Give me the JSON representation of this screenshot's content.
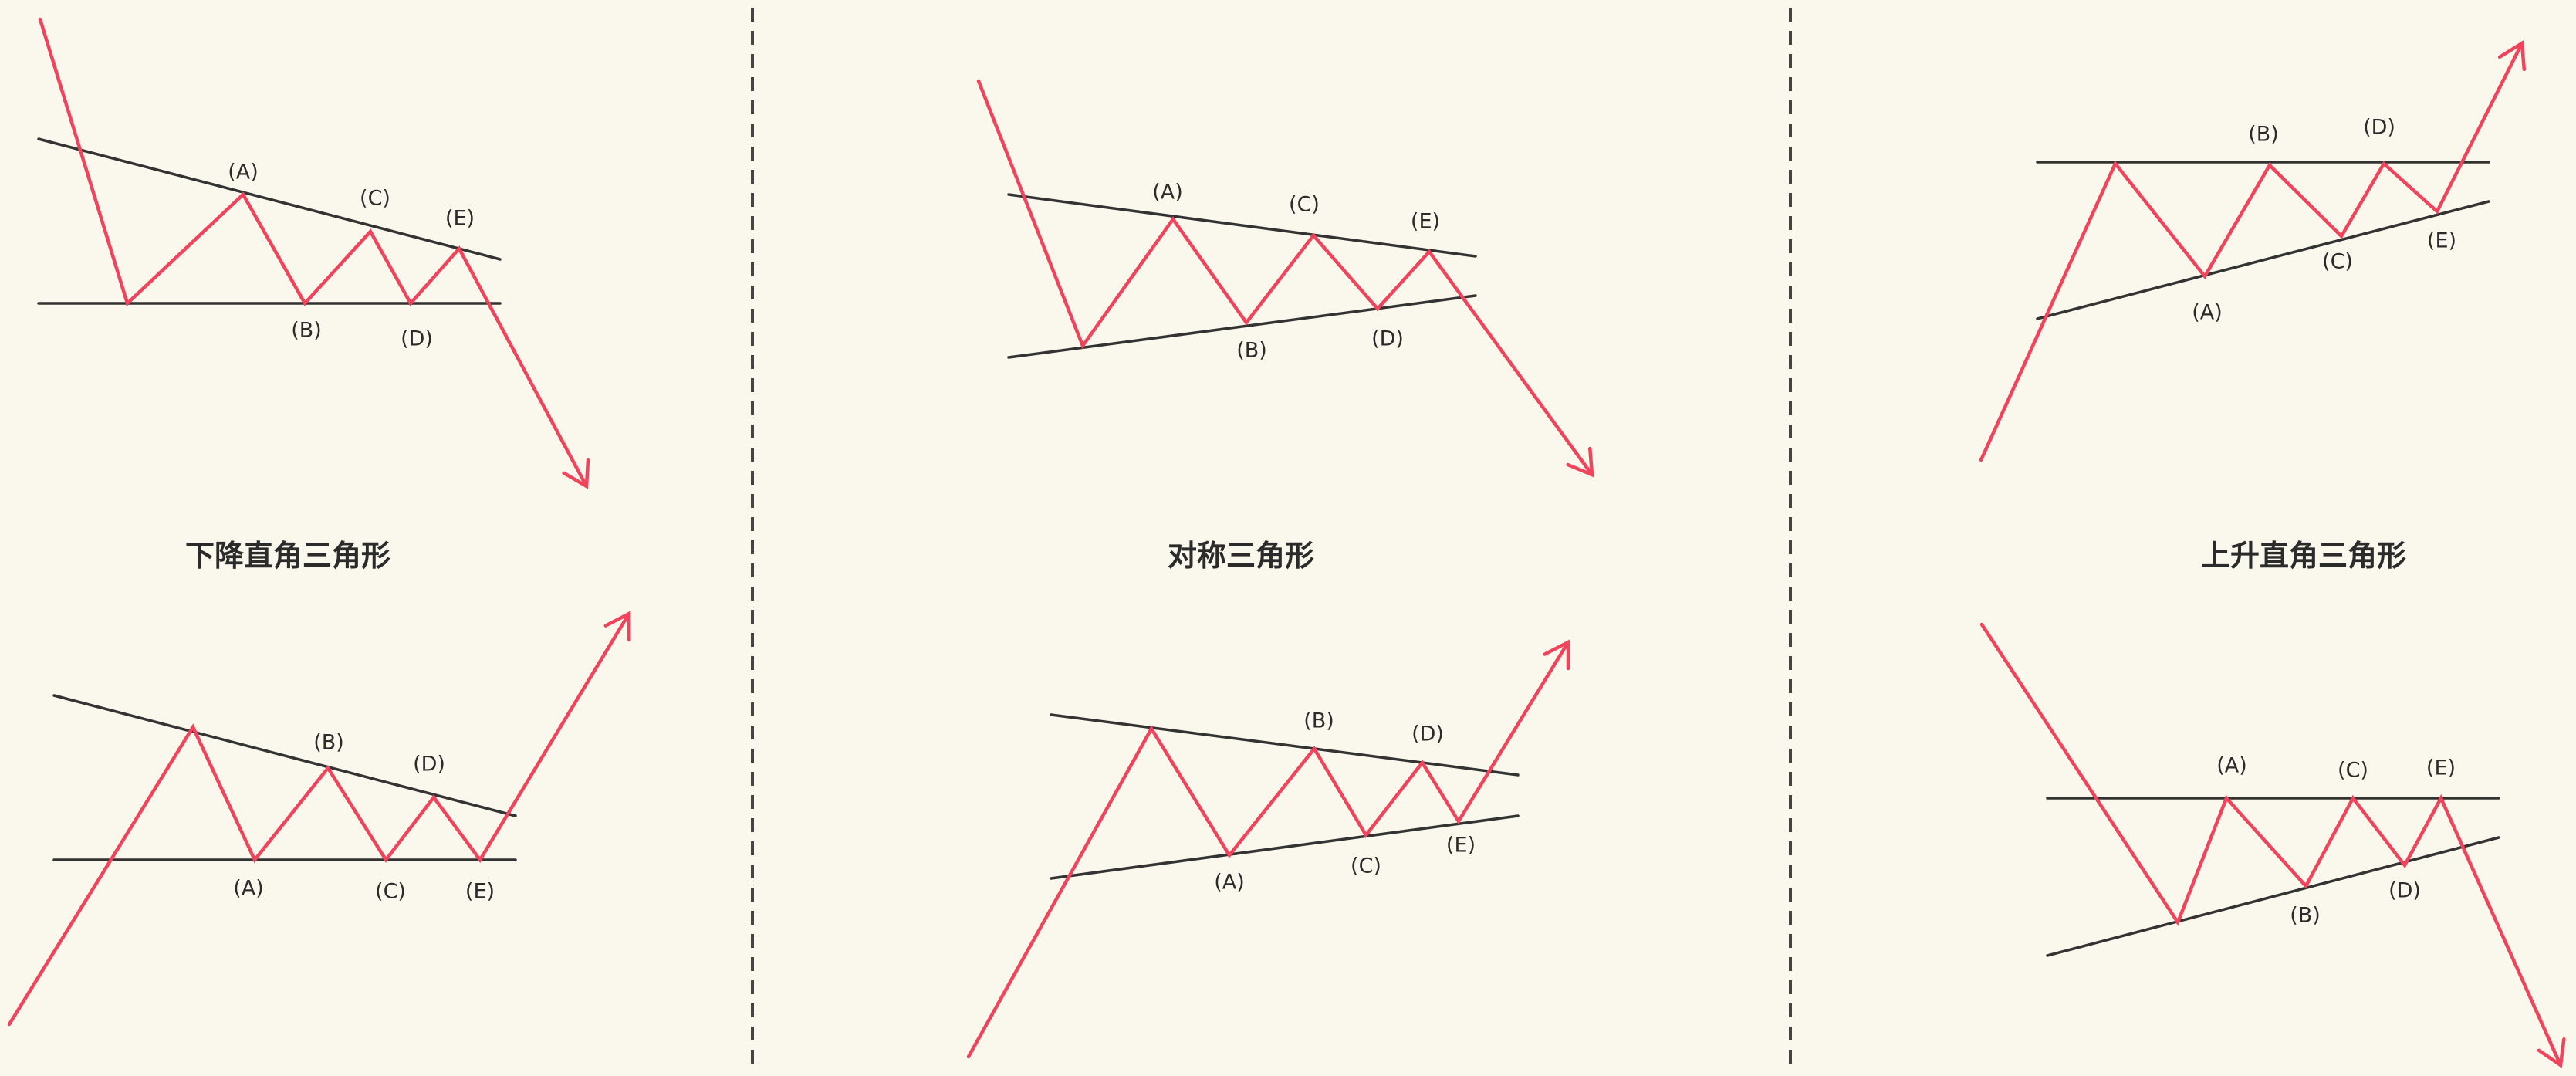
{
  "colors": {
    "background": "#faf8ec",
    "boundary_line": "#333333",
    "price_path": "#f0445c",
    "separator": "#444444",
    "text": "#2b2b2b"
  },
  "captions": {
    "left": "下降直角三角形",
    "center": "对称三角形",
    "right": "上升直角三角形"
  },
  "patterns": [
    {
      "id": "desc-top",
      "column": "left",
      "breakout": "down",
      "labels": [
        "(A)",
        "(B)",
        "(C)",
        "(D)",
        "(E)"
      ]
    },
    {
      "id": "desc-bot",
      "column": "left",
      "breakout": "up",
      "labels": [
        "(A)",
        "(B)",
        "(C)",
        "(D)",
        "(E)"
      ]
    },
    {
      "id": "sym-top",
      "column": "center",
      "breakout": "down",
      "labels": [
        "(A)",
        "(B)",
        "(C)",
        "(D)",
        "(E)"
      ]
    },
    {
      "id": "sym-bot",
      "column": "center",
      "breakout": "up",
      "labels": [
        "(A)",
        "(B)",
        "(C)",
        "(D)",
        "(E)"
      ]
    },
    {
      "id": "asc-top",
      "column": "right",
      "breakout": "up",
      "labels": [
        "(A)",
        "(B)",
        "(C)",
        "(D)",
        "(E)"
      ]
    },
    {
      "id": "asc-bot",
      "column": "right",
      "breakout": "down",
      "labels": [
        "(A)",
        "(B)",
        "(C)",
        "(D)",
        "(E)"
      ]
    }
  ]
}
